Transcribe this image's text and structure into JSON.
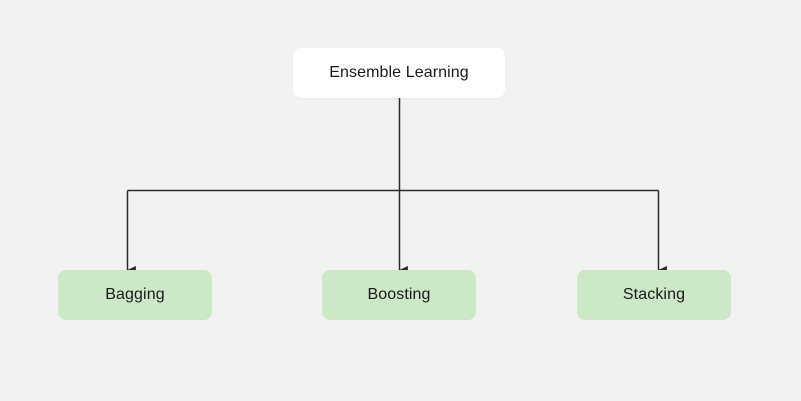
{
  "diagram": {
    "type": "tree",
    "background_color": "#f2f2f2",
    "root": {
      "label": "Ensemble Learning",
      "fill_color": "#ffffff",
      "text_color": "#1a1a1a"
    },
    "children": [
      {
        "label": "Bagging",
        "fill_color": "#cce8c6",
        "text_color": "#1a1a1a"
      },
      {
        "label": "Boosting",
        "fill_color": "#cce8c6",
        "text_color": "#1a1a1a"
      },
      {
        "label": "Stacking",
        "fill_color": "#cce8c6",
        "text_color": "#1a1a1a"
      }
    ],
    "connector": {
      "color": "#2b2b2b",
      "style": "orthogonal-elbow",
      "arrowhead": "solid-triangle"
    }
  }
}
